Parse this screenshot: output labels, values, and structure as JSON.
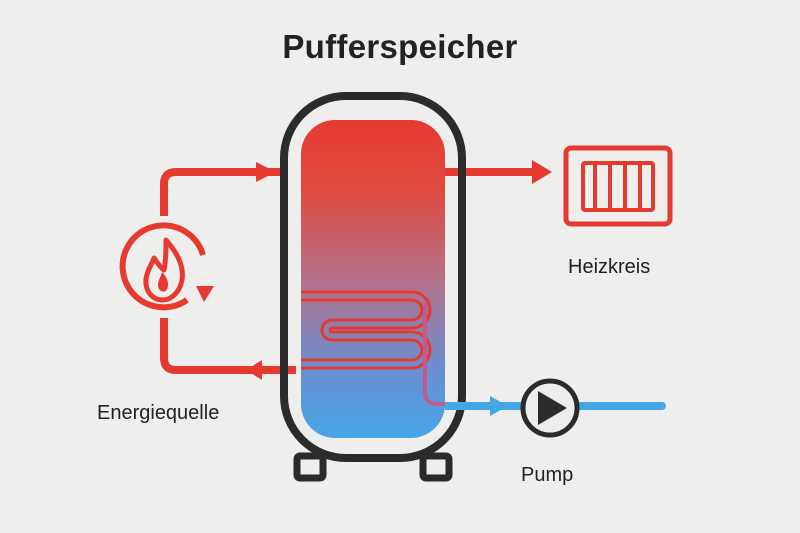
{
  "title": "Pufferspeicher",
  "labels": {
    "heizkreis": "Heizkreis",
    "energiequelle": "Energiequelle",
    "pump": "Pump"
  },
  "colors": {
    "hot": "#e63a31",
    "cold": "#45a6e6",
    "outline": "#2b2b2b",
    "background": "#eeeeec"
  },
  "icons": {
    "source": "flame-icon",
    "radiator": "radiator-icon",
    "pump": "pump-icon"
  }
}
